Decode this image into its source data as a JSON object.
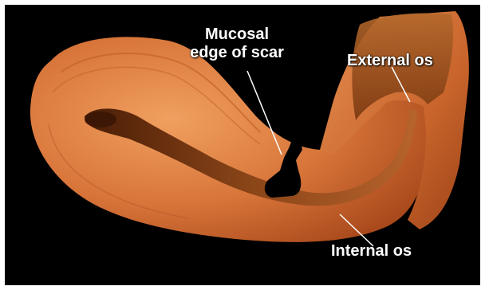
{
  "labels": {
    "mucosal_line1": "Mucosal",
    "mucosal_line2": "edge of scar",
    "external_os": "External os",
    "internal_os": "Internal os"
  },
  "colors": {
    "background": "#000000",
    "frame": "#ffffff",
    "tissue": "#d8753a",
    "tissue_light": "#e8955a",
    "tissue_dark": "#8a3a12",
    "cavity": "#6e3412",
    "scar": "#000000",
    "text": "#ffffff"
  }
}
